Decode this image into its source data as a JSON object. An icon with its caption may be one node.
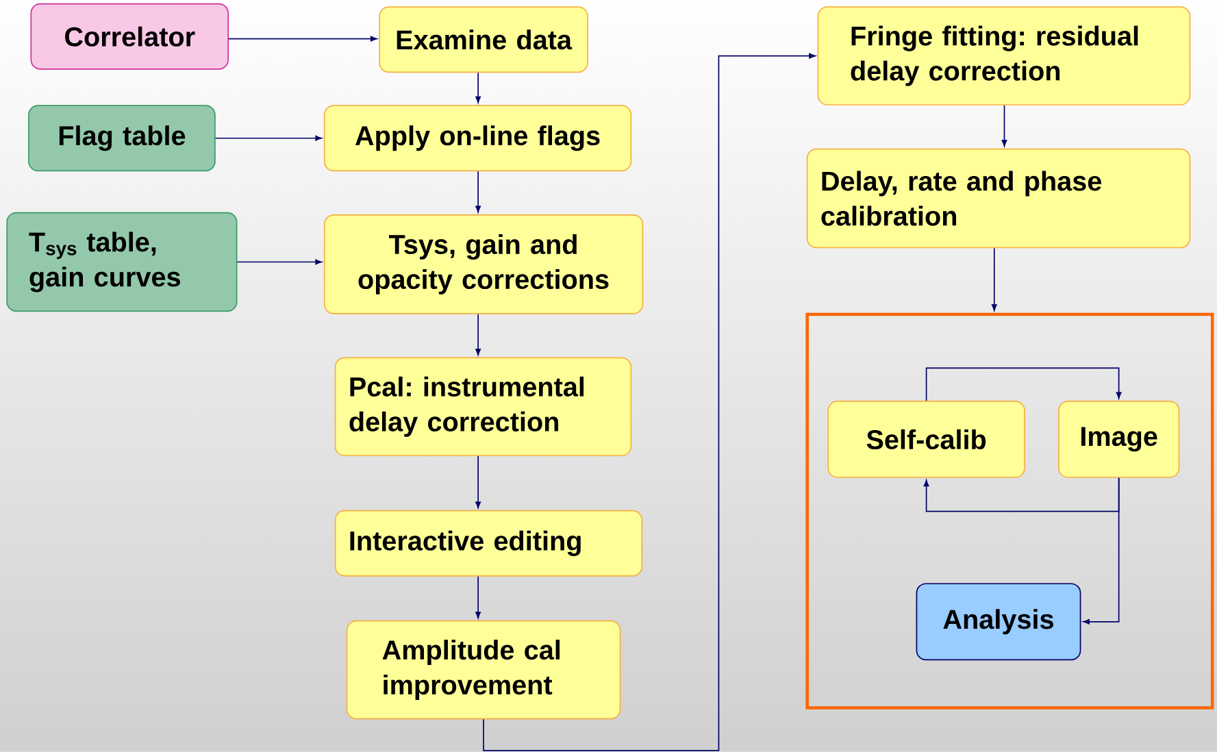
{
  "diagram": {
    "nodes": [
      {
        "text": [
          "Correlator"
        ]
      },
      {
        "text": [
          "Examine data"
        ]
      },
      {
        "text": [
          "Flag table"
        ]
      },
      {
        "text": [
          "Apply on-line flags"
        ]
      },
      {
        "text": [
          "T$_{sys}$ table, gain curves"
        ]
      },
      {
        "text": [
          "Tsys, gain and opacity corrections"
        ]
      },
      {
        "text": [
          "Pcal: instrumental delay correction"
        ]
      },
      {
        "text": [
          "Interactive editing"
        ]
      },
      {
        "text": [
          "Amplitude cal improvement"
        ]
      },
      {
        "text": [
          "Fringe fitting: residual delay correction"
        ]
      },
      {
        "text": [
          "Delay, rate and phase calibration"
        ]
      },
      {
        "text": [],
        "shape": "box"
      },
      {
        "text": [
          "Self-calib"
        ],
        "in": 11
      },
      {
        "text": [
          "Image"
        ],
        "in": 11
      },
      {
        "text": [
          "Analysis"
        ],
        "in": 11
      }
    ],
    "edges": [
      {
        "from": 0,
        "to": 1,
        "arrow": "to"
      },
      {
        "from": 1,
        "to": 3,
        "arrow": "to"
      },
      {
        "from": 2,
        "to": 3,
        "arrow": "to"
      },
      {
        "from": 3,
        "to": 5,
        "arrow": "to"
      },
      {
        "from": 4,
        "to": 5,
        "arrow": "to"
      },
      {
        "from": 5,
        "to": 6,
        "arrow": "to"
      },
      {
        "from": 6,
        "to": 7,
        "arrow": "to"
      },
      {
        "from": 7,
        "to": 8,
        "arrow": "to"
      },
      {
        "from": 8,
        "to": 9,
        "arrow": "to"
      },
      {
        "from": 9,
        "to": 10,
        "arrow": "to"
      },
      {
        "from": 10,
        "to": 11,
        "arrow": "to"
      },
      {
        "from": 12,
        "to": 13,
        "arrow": "to"
      },
      {
        "from": 13,
        "to": 12,
        "arrow": "to"
      },
      {
        "from": 13,
        "to": 14,
        "arrow": "to"
      }
    ]
  }
}
